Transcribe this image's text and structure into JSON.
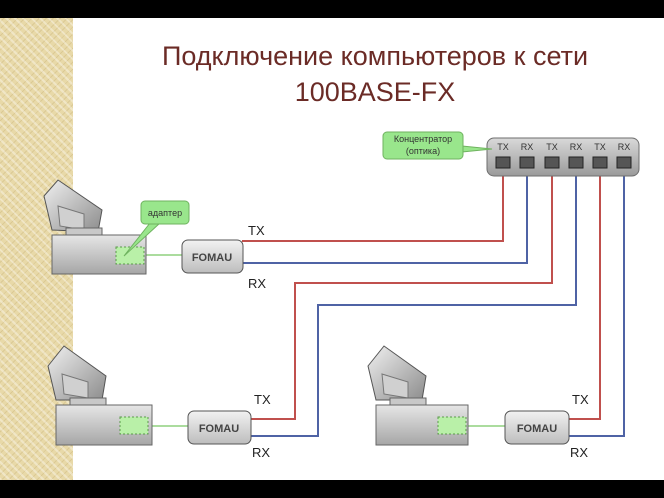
{
  "title": {
    "line1": "Подключение компьютеров к сети",
    "line2": "100BASE-FX"
  },
  "hub": {
    "callout": {
      "line1": "Концентратор",
      "line2": "(оптика)"
    },
    "ports": [
      "TX",
      "RX",
      "TX",
      "RX",
      "TX",
      "RX"
    ]
  },
  "adapter_callout": "адаптер",
  "stations": [
    {
      "device": "FOMAU",
      "tx": "TX",
      "rx": "RX"
    },
    {
      "device": "FOMAU",
      "tx": "TX",
      "rx": "RX"
    },
    {
      "device": "FOMAU",
      "tx": "TX",
      "rx": "RX"
    }
  ],
  "colors": {
    "tx_cable": "#c0504d",
    "rx_cable": "#4f63a5",
    "callout_fill": "#99e68c",
    "title": "#6b2b26"
  }
}
